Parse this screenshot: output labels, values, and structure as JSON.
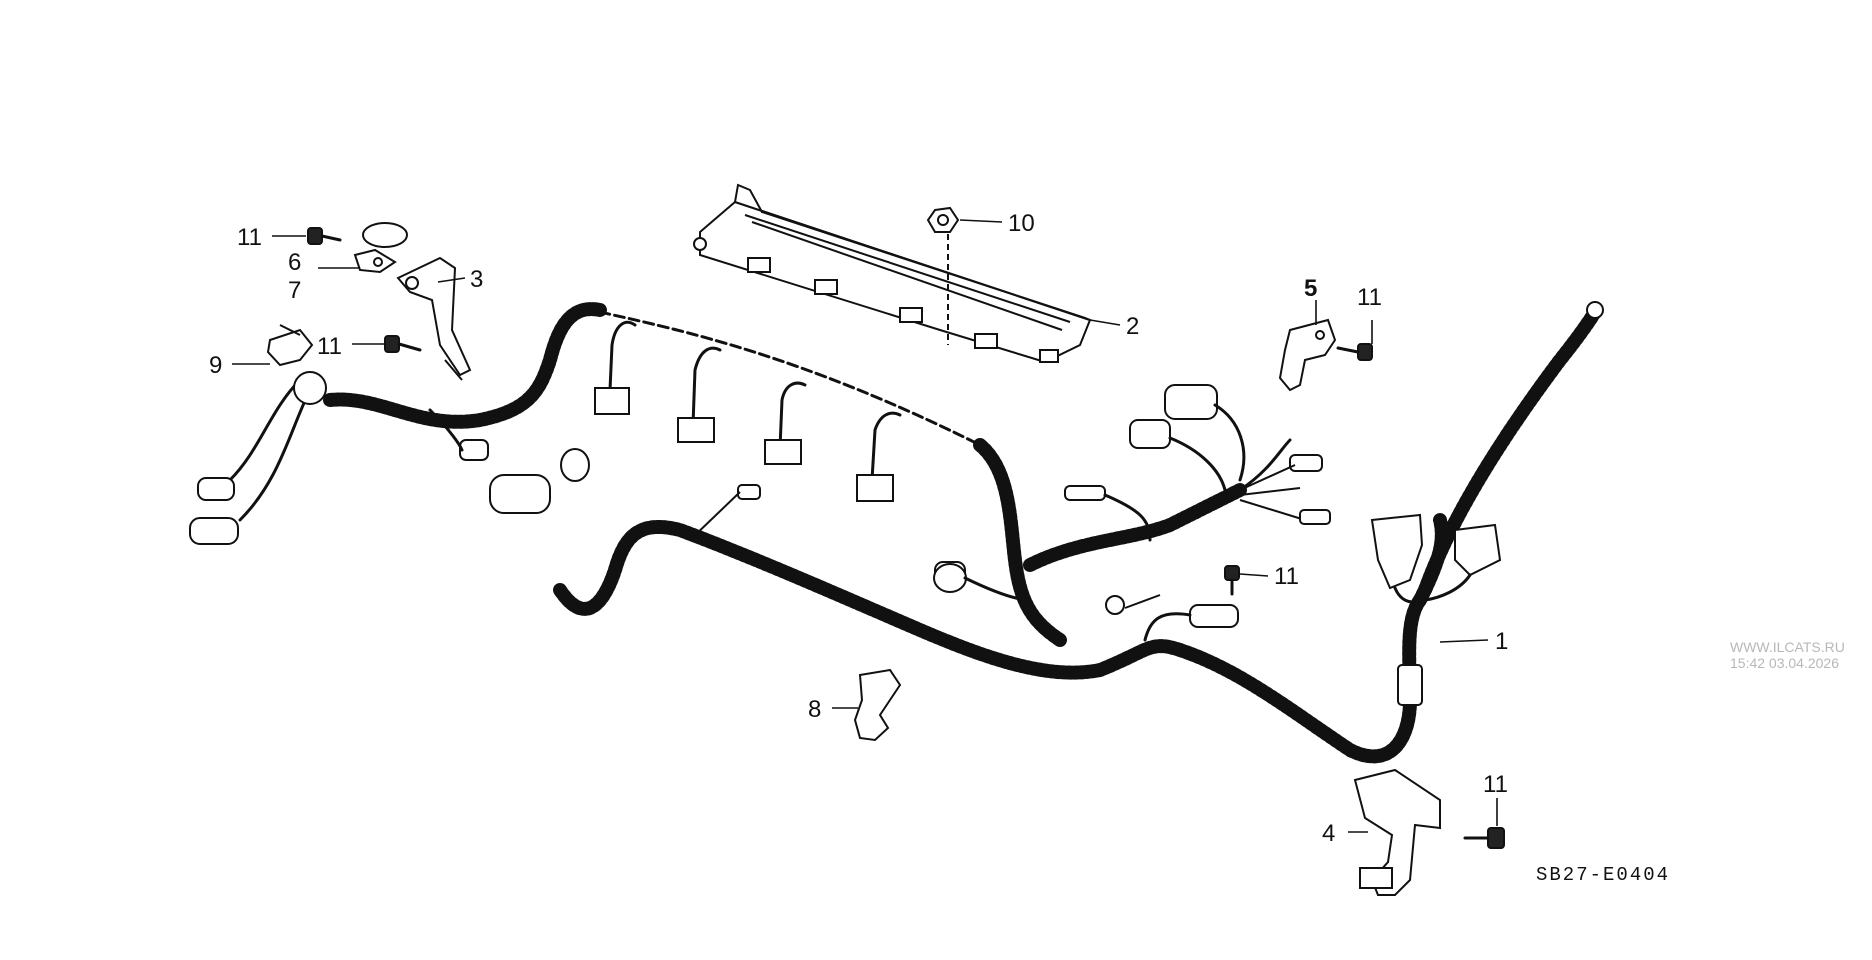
{
  "diagram": {
    "code": "SB27-E0404",
    "watermark": {
      "line1": "WWW.ILCATS.RU",
      "line2": "15:42 03.04.2026"
    },
    "callouts": [
      {
        "id": "c11a",
        "label": "11"
      },
      {
        "id": "c6",
        "label": "6"
      },
      {
        "id": "c7",
        "label": "7"
      },
      {
        "id": "c3",
        "label": "3"
      },
      {
        "id": "c11b",
        "label": "11"
      },
      {
        "id": "c9",
        "label": "9"
      },
      {
        "id": "c10",
        "label": "10"
      },
      {
        "id": "c2",
        "label": "2"
      },
      {
        "id": "c5",
        "label": "5"
      },
      {
        "id": "c11c",
        "label": "11"
      },
      {
        "id": "c11d",
        "label": "11"
      },
      {
        "id": "c1",
        "label": "1"
      },
      {
        "id": "c8",
        "label": "8"
      },
      {
        "id": "c11e",
        "label": "11"
      },
      {
        "id": "c4",
        "label": "4"
      }
    ]
  }
}
